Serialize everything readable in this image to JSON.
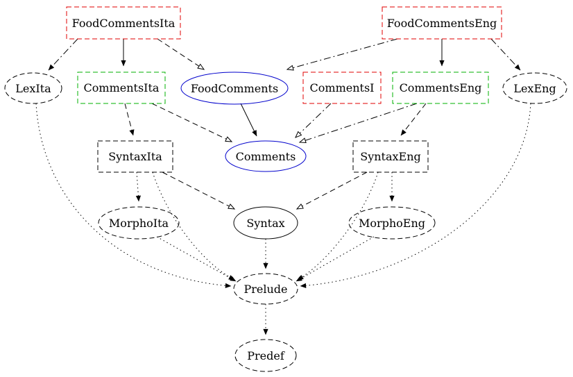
{
  "diagram": {
    "type": "module-dependency-graph",
    "colors": {
      "abstract_module": "#0000cc",
      "concrete_module": "#00b000",
      "incomplete_module": "#e00000",
      "resource_module": "#000000",
      "edge": "#000000",
      "background": "#ffffff"
    },
    "nodes": {
      "foodCommentsIta": {
        "label": "FoodCommentsIta",
        "shape": "box",
        "border": "dashed",
        "color": "#e00000"
      },
      "foodCommentsEng": {
        "label": "FoodCommentsEng",
        "shape": "box",
        "border": "dashed",
        "color": "#e00000"
      },
      "lexIta": {
        "label": "LexIta",
        "shape": "ellipse",
        "border": "dashed",
        "color": "#000000"
      },
      "commentsIta": {
        "label": "CommentsIta",
        "shape": "box",
        "border": "dashed",
        "color": "#00b000"
      },
      "foodComments": {
        "label": "FoodComments",
        "shape": "ellipse",
        "border": "solid",
        "color": "#0000cc"
      },
      "commentsI": {
        "label": "CommentsI",
        "shape": "box",
        "border": "dashed",
        "color": "#e00000"
      },
      "commentsEng": {
        "label": "CommentsEng",
        "shape": "box",
        "border": "dashed",
        "color": "#00b000"
      },
      "lexEng": {
        "label": "LexEng",
        "shape": "ellipse",
        "border": "dashed",
        "color": "#000000"
      },
      "syntaxIta": {
        "label": "SyntaxIta",
        "shape": "box",
        "border": "dashed",
        "color": "#000000"
      },
      "comments": {
        "label": "Comments",
        "shape": "ellipse",
        "border": "solid",
        "color": "#0000cc"
      },
      "syntaxEng": {
        "label": "SyntaxEng",
        "shape": "box",
        "border": "dashed",
        "color": "#000000"
      },
      "morphoIta": {
        "label": "MorphoIta",
        "shape": "ellipse",
        "border": "dashed",
        "color": "#000000"
      },
      "syntax": {
        "label": "Syntax",
        "shape": "ellipse",
        "border": "solid",
        "color": "#000000"
      },
      "morphoEng": {
        "label": "MorphoEng",
        "shape": "ellipse",
        "border": "dashed",
        "color": "#000000"
      },
      "prelude": {
        "label": "Prelude",
        "shape": "ellipse",
        "border": "dashed",
        "color": "#000000"
      },
      "predef": {
        "label": "Predef",
        "shape": "ellipse",
        "border": "dashed",
        "color": "#000000"
      }
    },
    "edges": [
      {
        "from": "FoodCommentsIta",
        "to": "CommentsIta",
        "line": "solid",
        "arrowhead": "filled"
      },
      {
        "from": "FoodCommentsIta",
        "to": "FoodComments",
        "line": "dashed",
        "arrowhead": "open"
      },
      {
        "from": "FoodCommentsIta",
        "to": "LexIta",
        "line": "dashdot",
        "arrowhead": "filled"
      },
      {
        "from": "FoodCommentsEng",
        "to": "CommentsEng",
        "line": "solid",
        "arrowhead": "filled"
      },
      {
        "from": "FoodCommentsEng",
        "to": "FoodComments",
        "line": "dashdot",
        "arrowhead": "open"
      },
      {
        "from": "FoodCommentsEng",
        "to": "LexEng",
        "line": "dashdot",
        "arrowhead": "filled"
      },
      {
        "from": "FoodComments",
        "to": "Comments",
        "line": "solid",
        "arrowhead": "filled"
      },
      {
        "from": "CommentsIta",
        "to": "Comments",
        "line": "dashed",
        "arrowhead": "open"
      },
      {
        "from": "CommentsEng",
        "to": "Comments",
        "line": "dashdot",
        "arrowhead": "open"
      },
      {
        "from": "CommentsI",
        "to": "Comments",
        "line": "dashdot",
        "arrowhead": "open"
      },
      {
        "from": "CommentsIta",
        "to": "SyntaxIta",
        "line": "dashed",
        "arrowhead": "filled"
      },
      {
        "from": "CommentsEng",
        "to": "SyntaxEng",
        "line": "dashed",
        "arrowhead": "filled"
      },
      {
        "from": "SyntaxIta",
        "to": "MorphoIta",
        "line": "dotted",
        "arrowhead": "filled"
      },
      {
        "from": "SyntaxIta",
        "to": "Syntax",
        "line": "dashed",
        "arrowhead": "open"
      },
      {
        "from": "SyntaxEng",
        "to": "MorphoEng",
        "line": "dotted",
        "arrowhead": "filled"
      },
      {
        "from": "SyntaxEng",
        "to": "Syntax",
        "line": "dashed",
        "arrowhead": "open"
      },
      {
        "from": "SyntaxIta",
        "to": "Prelude",
        "line": "dotted",
        "arrowhead": "filled"
      },
      {
        "from": "SyntaxEng",
        "to": "Prelude",
        "line": "dotted",
        "arrowhead": "filled"
      },
      {
        "from": "MorphoIta",
        "to": "Prelude",
        "line": "dotted",
        "arrowhead": "filled"
      },
      {
        "from": "MorphoEng",
        "to": "Prelude",
        "line": "dotted",
        "arrowhead": "filled"
      },
      {
        "from": "Syntax",
        "to": "Prelude",
        "line": "dotted",
        "arrowhead": "filled"
      },
      {
        "from": "LexIta",
        "to": "Prelude",
        "line": "dotted",
        "arrowhead": "filled"
      },
      {
        "from": "LexEng",
        "to": "Prelude",
        "line": "dotted",
        "arrowhead": "filled"
      },
      {
        "from": "Prelude",
        "to": "Predef",
        "line": "dotted",
        "arrowhead": "filled"
      }
    ]
  }
}
